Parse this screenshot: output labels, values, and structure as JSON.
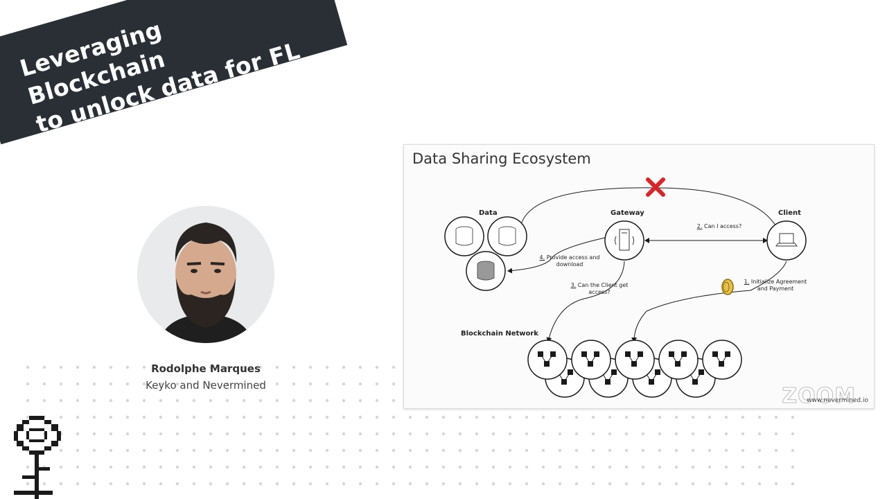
{
  "banner": {
    "line1": "Leveraging Blockchain",
    "line2": "to unlock data for FL"
  },
  "speaker": {
    "name": "Rodolphe Marques",
    "organization": "Keyko and Nevermined"
  },
  "slide": {
    "title": "Data Sharing Ecosystem",
    "labels": {
      "data": "Data",
      "gateway": "Gateway",
      "client": "Client",
      "blockchain": "Blockchain Network"
    },
    "steps": {
      "s1_num": "1.",
      "s1_text": "Initialize Agreement",
      "s1_text2": "and Payment",
      "s2_num": "2.",
      "s2_text": "Can I access?",
      "s3_num": "3.",
      "s3_text": "Can the Client get",
      "s3_text2": "access?",
      "s4_num": "4.",
      "s4_text": "Provide access and",
      "s4_text2": "download"
    },
    "watermark": "www.nevermined.io",
    "zoom_watermark": "ZOOM"
  },
  "icons": {
    "database": "database-icon",
    "server": "server-icon",
    "laptop": "laptop-icon",
    "coin": "coin-icon",
    "blocked": "x-icon",
    "logo": "flower-logo-icon"
  },
  "colors": {
    "banner": "#2a2f36",
    "blocked": "#d7262b",
    "coin": "#e6c24a"
  }
}
